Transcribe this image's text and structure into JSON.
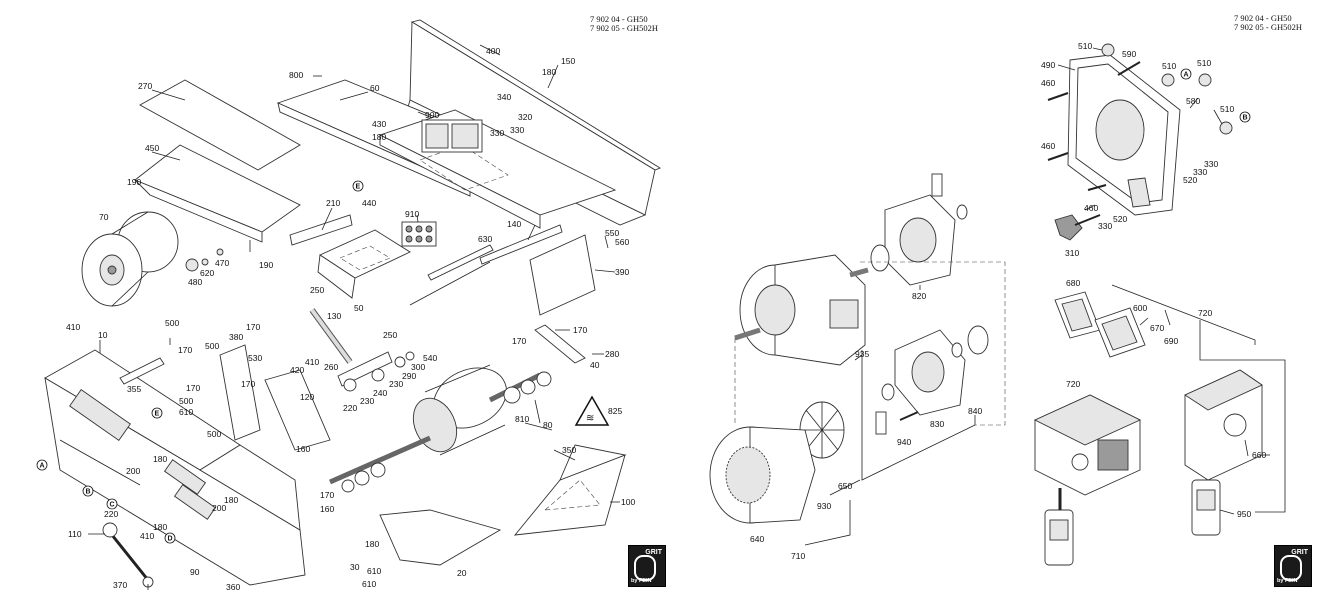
{
  "left_header": {
    "line1": "7 902 04 - GH50",
    "line2": "7 902 05 - GH502H"
  },
  "right_header": {
    "line1": "7 902 04 - GH50",
    "line2": "7 902 05 - GH502H"
  },
  "logo_left": {
    "brand": "GRIT",
    "sub": "by FEIN"
  },
  "logo_right": {
    "brand": "GRIT",
    "sub": "by FEIN"
  },
  "callouts": {
    "A": "A",
    "B": "B",
    "C": "C",
    "D": "D",
    "E": "E"
  },
  "warning_icon": "hot-surface-warning-icon",
  "labels": {
    "l400": "400",
    "l150": "150",
    "l180a": "180",
    "l800": "800",
    "l60": "60",
    "l270": "270",
    "l340": "340",
    "l330a": "330",
    "l320": "320",
    "l330b": "330",
    "l430": "430",
    "l180b": "180",
    "l900": "900",
    "l450": "450",
    "l190a": "190",
    "l210": "210",
    "l440": "440",
    "l910": "910",
    "l140": "140",
    "l630": "630",
    "l550": "550",
    "l560": "560",
    "l390": "390",
    "l70": "70",
    "l620": "620",
    "l470": "470",
    "l190b": "190",
    "l480": "480",
    "l250a": "250",
    "l50": "50",
    "l130": "130",
    "l410a": "410",
    "l10": "10",
    "l500a": "500",
    "l170a": "170",
    "l380": "380",
    "l170b": "170",
    "l500b": "500",
    "l530": "530",
    "l170c": "170",
    "l170d": "170",
    "l280": "280",
    "l40": "40",
    "l250b": "250",
    "l540": "540",
    "l355": "355",
    "l170e": "170",
    "l500c": "500",
    "l610a": "610",
    "l170f": "170",
    "l410b": "410",
    "l420": "420",
    "l260": "260",
    "l300": "300",
    "l290": "290",
    "l230a": "230",
    "l240": "240",
    "l230b": "230",
    "l220a": "220",
    "l120": "120",
    "l500d": "500",
    "l825": "825",
    "l810": "810",
    "l80": "80",
    "l160a": "160",
    "l350": "350",
    "l200a": "200",
    "l180c": "180",
    "l180d": "180",
    "l200b": "200",
    "l100": "100",
    "l170g": "170",
    "l160b": "160",
    "l220b": "220",
    "l410c": "410",
    "l180e": "180",
    "l110": "110",
    "l180f": "180",
    "l30": "30",
    "l90": "90",
    "l610b": "610",
    "l20": "20",
    "l370": "370",
    "l360": "360",
    "l610c": "610",
    "r510a": "510",
    "r590": "590",
    "r490": "490",
    "r510b": "510",
    "r510c": "510",
    "r460a": "460",
    "r580": "580",
    "r510d": "510",
    "r460b": "460",
    "r330a": "330",
    "r520a": "520",
    "r330b": "330",
    "r460c": "460",
    "r520b": "520",
    "r330c": "330",
    "r310": "310",
    "r820": "820",
    "r680": "680",
    "r600": "600",
    "r670": "670",
    "r720a": "720",
    "r690": "690",
    "r935": "935",
    "r720b": "720",
    "r840": "840",
    "r830": "830",
    "r940": "940",
    "r660": "660",
    "r650": "650",
    "r930": "930",
    "r950": "950",
    "r640": "640",
    "r710": "710"
  }
}
